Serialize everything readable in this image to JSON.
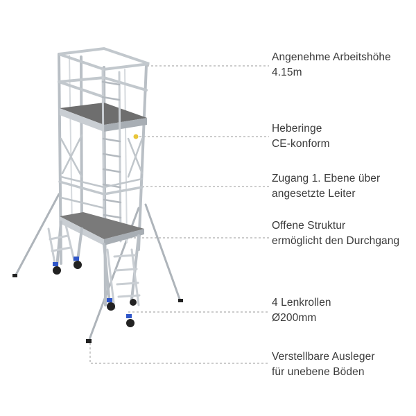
{
  "callouts": [
    {
      "line1": "Angenehme Arbeitshöhe",
      "line2": "4.15m"
    },
    {
      "line1": "Heberinge",
      "line2": "CE-konform"
    },
    {
      "line1": "Zugang 1. Ebene über",
      "line2": "angesetzte Leiter"
    },
    {
      "line1": "Offene Struktur",
      "line2": "ermöglicht den Durchgang"
    },
    {
      "line1": "4 Lenkrollen",
      "line2": "Ø200mm"
    },
    {
      "line1": "Verstellbare Ausleger",
      "line2": "für unebene Böden"
    }
  ],
  "colors": {
    "aluminum": "#d9dde1",
    "aluminum_dark": "#9ea5ab",
    "deck": "#6e6e6e",
    "wheel": "#222222",
    "wheel_hub": "#2f56c9",
    "leader_line": "#9a9a9a",
    "text": "#3a3a3a"
  }
}
